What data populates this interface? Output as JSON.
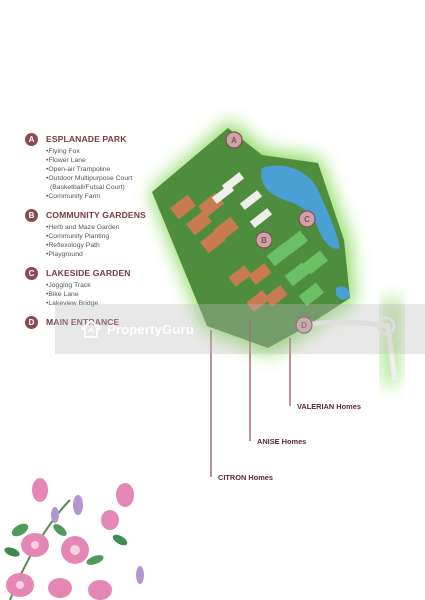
{
  "legend": [
    {
      "letter": "A",
      "title": "ESPLANADE PARK",
      "items": [
        "•Flying Fox",
        "•Flower Lane",
        "•Open-air Trampoline",
        "•Outdoor Multipurpose Court",
        "(Basketball/Futsal Court)",
        "•Community Farm"
      ]
    },
    {
      "letter": "B",
      "title": "COMMUNITY GARDENS",
      "items": [
        "•Herb and Maze Garden",
        "•Community Planting",
        "•Reflexology Path",
        "•Playground"
      ]
    },
    {
      "letter": "C",
      "title": "LAKESIDE GARDEN",
      "items": [
        "•Jogging Track",
        "•Bike Lane",
        "•Lakeview Bridge"
      ]
    },
    {
      "letter": "D",
      "title": "MAIN ENTRANCE",
      "items": []
    }
  ],
  "map_markers": {
    "a": "A",
    "b": "B",
    "c": "C",
    "d": "D"
  },
  "homes": {
    "valerian": "VALERIAN Homes",
    "anise": "ANISE Homes",
    "citron": "CITRON Homes"
  },
  "watermark": {
    "text": "PropertyGuru"
  },
  "colors": {
    "accent": "#8a4a55",
    "glow": "#7cd64a",
    "lake": "#4a9fd4",
    "terracotta": "#c87a50",
    "green_plot": "#6ac064"
  },
  "icons": [
    "house-logo-icon",
    "flower-icon"
  ]
}
